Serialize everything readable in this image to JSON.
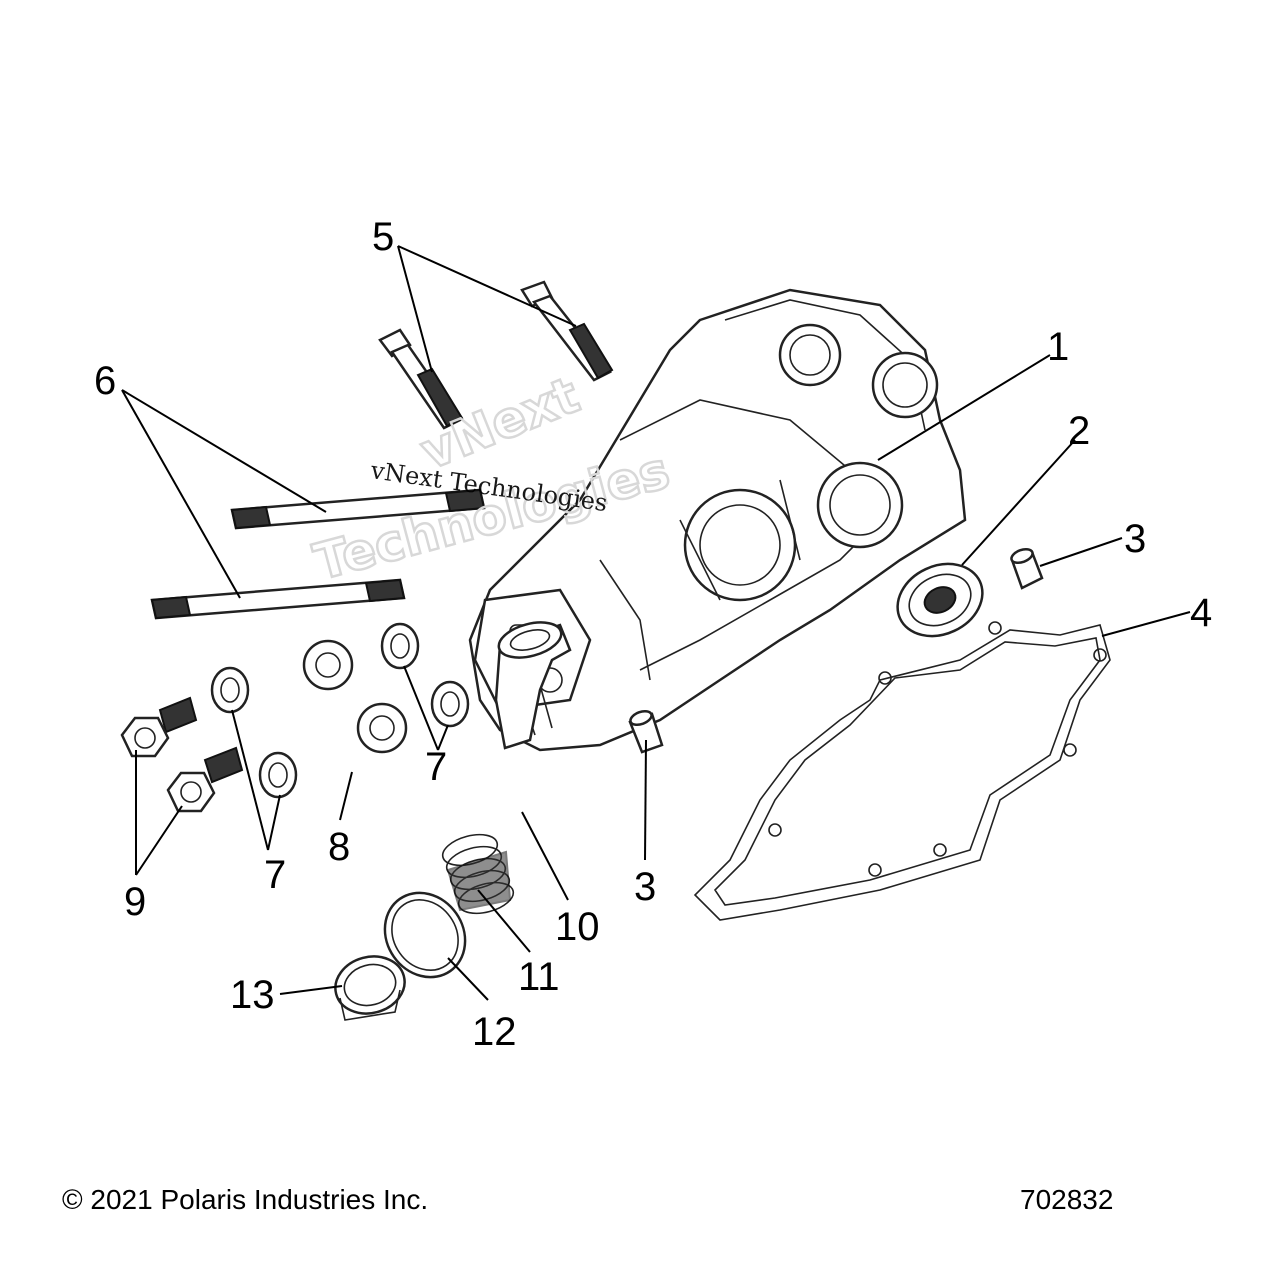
{
  "diagram": {
    "callouts": [
      {
        "id": "c1",
        "label": "1"
      },
      {
        "id": "c2",
        "label": "2"
      },
      {
        "id": "c3a",
        "label": "3"
      },
      {
        "id": "c3b",
        "label": "3"
      },
      {
        "id": "c4",
        "label": "4"
      },
      {
        "id": "c5",
        "label": "5"
      },
      {
        "id": "c6",
        "label": "6"
      },
      {
        "id": "c7a",
        "label": "7"
      },
      {
        "id": "c7b",
        "label": "7"
      },
      {
        "id": "c8",
        "label": "8"
      },
      {
        "id": "c9",
        "label": "9"
      },
      {
        "id": "c10",
        "label": "10"
      },
      {
        "id": "c11",
        "label": "11"
      },
      {
        "id": "c12",
        "label": "12"
      },
      {
        "id": "c13",
        "label": "13"
      }
    ],
    "watermark": {
      "text": "vNext Technologies",
      "line1": "vNext",
      "line2": "Technologies"
    }
  },
  "footer": {
    "copyright": "© 2021 Polaris Industries Inc.",
    "figure_number": "702832"
  }
}
